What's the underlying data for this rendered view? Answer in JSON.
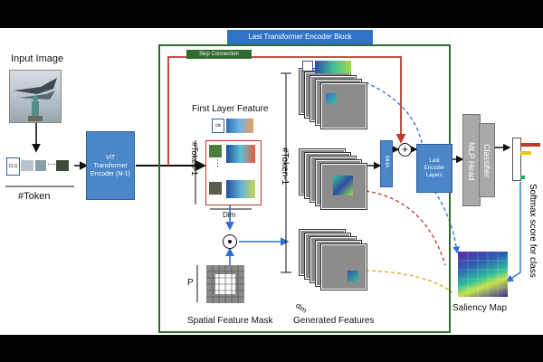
{
  "header": {
    "block_title": "Last Transformer Encoder Block"
  },
  "input": {
    "title": "Input Image",
    "cls_label": "CLS",
    "token_axis": "#Token"
  },
  "encoder": {
    "label": "ViT Transformer Encoder (N-1)"
  },
  "skip": {
    "label": "Skip Connection"
  },
  "first_layer": {
    "title": "First Layer Feature",
    "token_axis": "#Token-1",
    "dim_axis": "Dim",
    "cls_label": "cls"
  },
  "mask": {
    "p_label": "P",
    "title": "Spatial Feature Mask"
  },
  "generated": {
    "title": "Generated Features",
    "token_axis": "#Token-1",
    "dim_axis": "dim"
  },
  "mha": {
    "label": "MHA"
  },
  "last_layers": {
    "label": "Last Encoder Layers"
  },
  "mlp": {
    "label": "MLP Head"
  },
  "classifier": {
    "label": "Classifier"
  },
  "softmax": {
    "label": "Softmax score for class"
  },
  "saliency": {
    "label": "Saliency Map"
  },
  "colors": {
    "frame_green": "#2f6b2f",
    "block_blue": "#2f73c6",
    "skip_red": "#c0392b",
    "arrow_blue": "#2f6fd0",
    "dash_orange": "#f0a020",
    "score_red": "#c0392b",
    "score_yellow": "#f1c40f",
    "score_green": "#27ae60"
  }
}
